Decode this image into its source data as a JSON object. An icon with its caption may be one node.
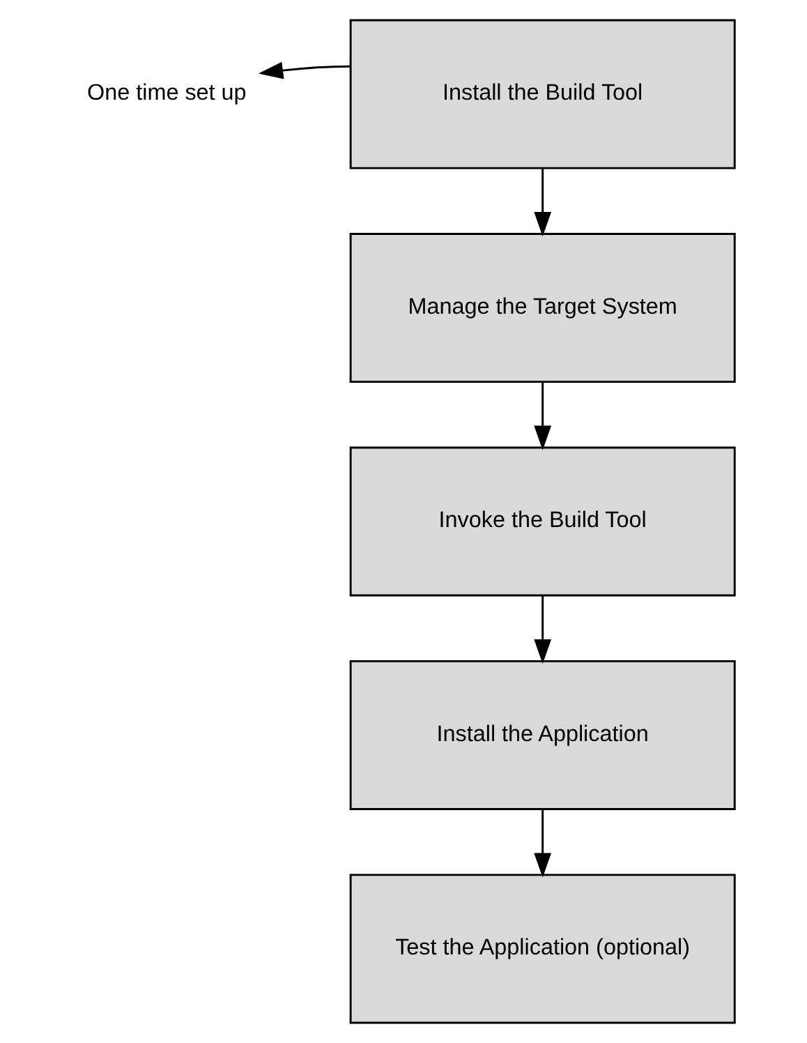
{
  "diagram": {
    "nodes": [
      {
        "text": [
          "One time set up"
        ]
      },
      {
        "text": [
          "Install the Build Tool"
        ]
      },
      {
        "text": [
          "Manage the Target System"
        ]
      },
      {
        "text": [
          "Invoke the Build Tool"
        ]
      },
      {
        "text": [
          "Install the Application"
        ]
      },
      {
        "text": [
          "Test the Application (optional)"
        ]
      }
    ],
    "edges": [
      {
        "from": 1,
        "to": 0,
        "arrow": "to"
      },
      {
        "from": 1,
        "to": 2,
        "arrow": "to"
      },
      {
        "from": 2,
        "to": 3,
        "arrow": "to"
      },
      {
        "from": 3,
        "to": 4,
        "arrow": "to"
      },
      {
        "from": 4,
        "to": 5,
        "arrow": "to"
      }
    ]
  }
}
